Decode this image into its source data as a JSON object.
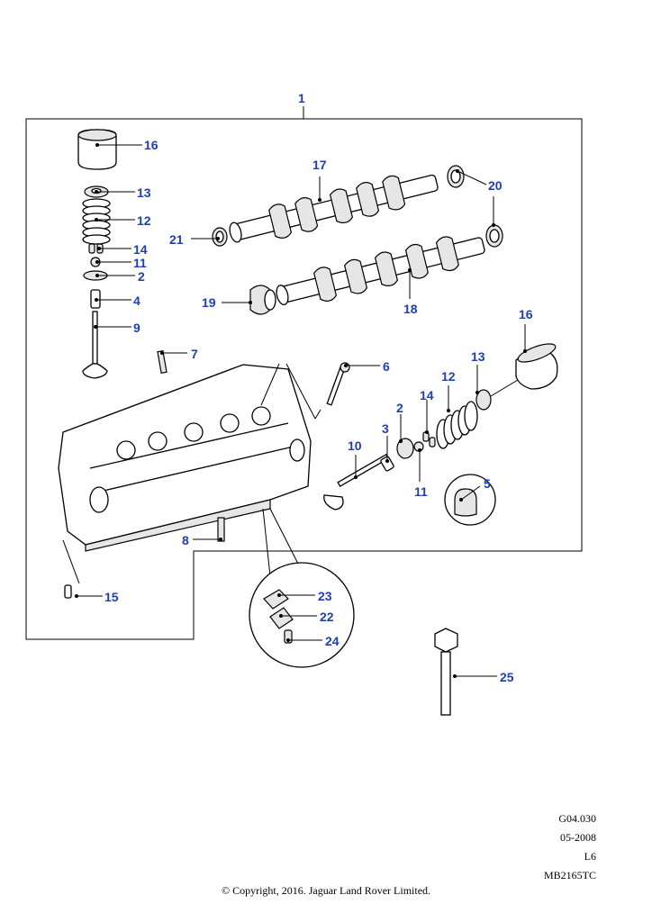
{
  "diagram": {
    "main_callout": "1",
    "callouts": {
      "c2a": "2",
      "c2b": "2",
      "c3": "3",
      "c4": "4",
      "c5": "5",
      "c6": "6",
      "c7": "7",
      "c8": "8",
      "c9": "9",
      "c10": "10",
      "c11a": "11",
      "c11b": "11",
      "c12a": "12",
      "c12b": "12",
      "c13a": "13",
      "c13b": "13",
      "c14a": "14",
      "c14b": "14",
      "c15": "15",
      "c16a": "16",
      "c16b": "16",
      "c17": "17",
      "c18": "18",
      "c19": "19",
      "c20": "20",
      "c21": "21",
      "c22": "22",
      "c23": "23",
      "c24": "24",
      "c25": "25"
    }
  },
  "footer": {
    "ref_code": "G04.030",
    "date": "05-2008",
    "variant": "L6",
    "drawing_no": "MB2165TC",
    "copyright": "© Copyright, 2016. Jaguar Land Rover Limited."
  }
}
